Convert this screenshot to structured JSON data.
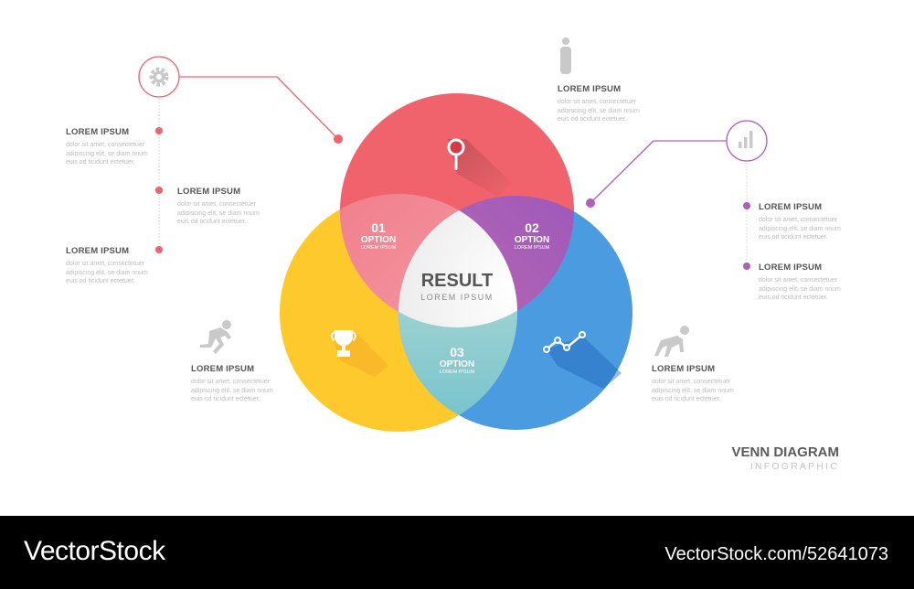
{
  "colors": {
    "red": "#f0636c",
    "yellow": "#fec92c",
    "blue": "#4a9be0",
    "purple_accent": "#b05fb9",
    "icon_gray": "#c9c9c9",
    "heading": "#555555",
    "body_text": "#bdbdbd"
  },
  "diagram": {
    "title": "VENN DIAGRAM",
    "subtitle": "INFOGRAPHIC",
    "center": {
      "label": "RESULT",
      "sub": "LOREM IPSUM"
    },
    "overlaps": [
      {
        "num": "01",
        "label": "OPTION",
        "sub": "LOREM IPSUM"
      },
      {
        "num": "02",
        "label": "OPTION",
        "sub": "LOREM IPSUM"
      },
      {
        "num": "03",
        "label": "OPTION",
        "sub": "LOREM IPSUM"
      }
    ],
    "circles": [
      {
        "name": "red",
        "icon": "search-icon"
      },
      {
        "name": "yellow",
        "icon": "trophy-icon"
      },
      {
        "name": "blue",
        "icon": "line-chart-icon"
      }
    ]
  },
  "left_column": {
    "icon": "gear-icon",
    "items": [
      {
        "heading": "LOREM IPSUM",
        "body": "dolor sit amet, consectetuer adipiscing elit, se diam nnum euis od ticidunt ectetuer."
      },
      {
        "heading": "LOREM IPSUM",
        "body": "dolor sit amet, consectetuer adipiscing elit, se diam nnum euis od ticidunt ectetuer."
      },
      {
        "heading": "LOREM IPSUM",
        "body": "dolor sit amet, consectetuer adipiscing elit, se diam nnum euis od ticidunt ectetuer."
      }
    ]
  },
  "right_column": {
    "icon": "bar-chart-icon",
    "items": [
      {
        "heading": "LOREM IPSUM",
        "body": "dolor sit amet, consectetuer adipiscing elit, se diam nnum euis od ticidunt ectetuer."
      },
      {
        "heading": "LOREM IPSUM",
        "body": "dolor sit amet, consectetuer adipiscing elit, se diam nnum euis od ticidunt ectetuer."
      }
    ]
  },
  "top_right_block": {
    "icon": "person-icon",
    "heading": "LOREM IPSUM",
    "body": "dolor sit amet, consectetuer adipiscing elit, se diam nnum euis od ticidunt ectetuer."
  },
  "bottom_left_block": {
    "icon": "runner-icon",
    "heading": "LOREM IPSUM",
    "body": "dolor sit amet, consectetuer adipiscing elit, se diam nnum euis od ticidunt ectetuer."
  },
  "bottom_right_block": {
    "icon": "sprinter-start-icon",
    "heading": "LOREM IPSUM",
    "body": "dolor sit amet, consectetuer adipiscing elit, se diam nnum euis od ticidunt ectetuer."
  },
  "footer": {
    "brand": "VectorStock",
    "url": "VectorStock.com/52641073"
  }
}
